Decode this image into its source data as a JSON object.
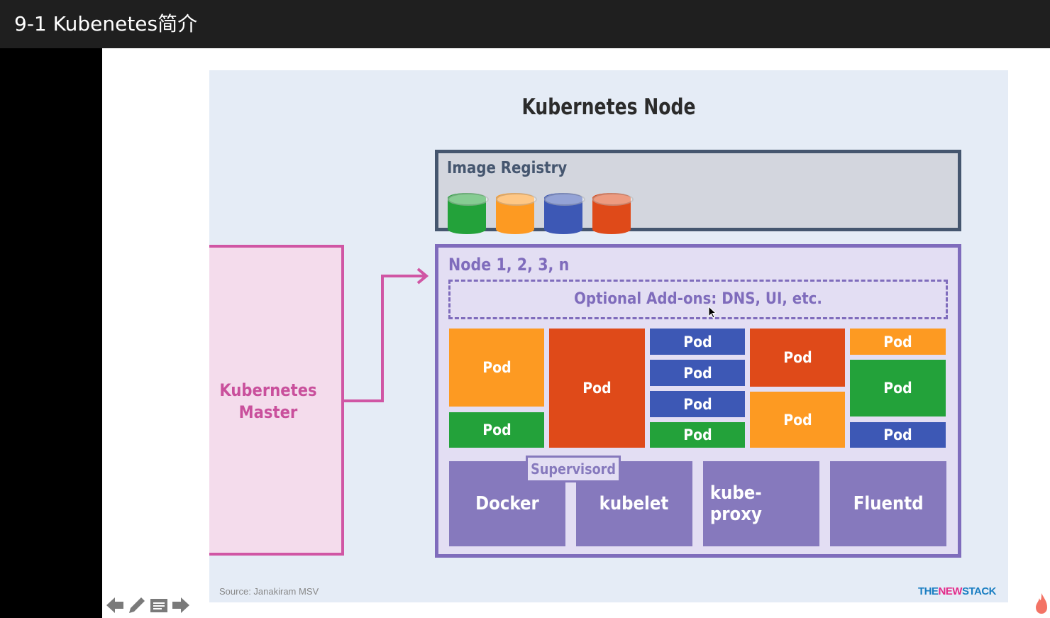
{
  "window": {
    "title": "9-1 Kubenetes简介"
  },
  "slide": {
    "title": "Kubernetes Node",
    "image_registry": {
      "label": "Image Registry",
      "images": [
        {
          "color": "#23a23a"
        },
        {
          "color": "#fd9a22"
        },
        {
          "color": "#3d58b5"
        },
        {
          "color": "#df4a19"
        }
      ]
    },
    "master": {
      "label": "Kubernetes\nMaster"
    },
    "node": {
      "label": "Node 1, 2, 3, n",
      "addons": "Optional Add-ons: DNS, UI, etc.",
      "pod_label": "Pod",
      "pods": [
        {
          "color": "orange"
        },
        {
          "color": "green"
        },
        {
          "color": "red"
        },
        {
          "color": "blue"
        },
        {
          "color": "blue"
        },
        {
          "color": "blue"
        },
        {
          "color": "green"
        },
        {
          "color": "red"
        },
        {
          "color": "orange"
        },
        {
          "color": "orange"
        },
        {
          "color": "green"
        },
        {
          "color": "blue"
        }
      ],
      "supervisord": "Supervisord",
      "components": [
        "Docker",
        "kubelet",
        "kube-proxy",
        "Fluentd"
      ]
    },
    "source": "Source: Janakiram MSV",
    "brand": {
      "part1": "THE",
      "part2": "NEW",
      "part3": "STACK"
    }
  },
  "controls": {
    "prev_icon": "arrow-left-icon",
    "pen_icon": "pencil-icon",
    "menu_icon": "menu-icon",
    "next_icon": "arrow-right-icon"
  },
  "colors": {
    "titlebar": "#1f1f1f",
    "slide_bg": "#e5ecf6",
    "registry_border": "#45566f",
    "master_border": "#d056a4",
    "node_border": "#7f6cbc"
  }
}
